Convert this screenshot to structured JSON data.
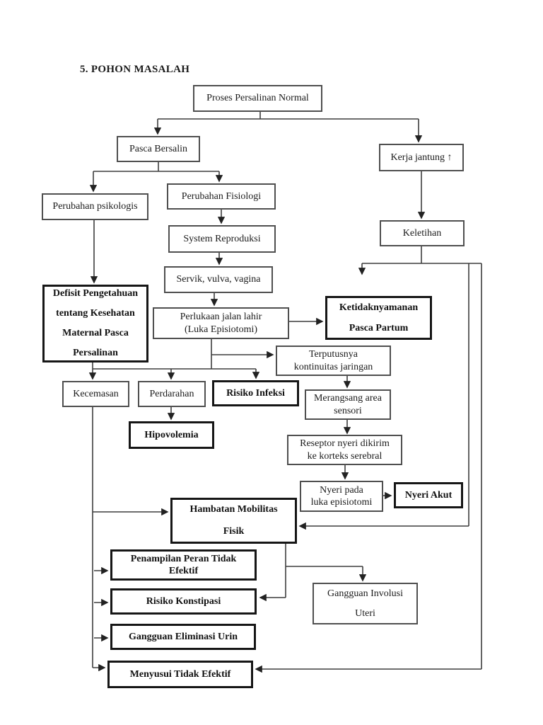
{
  "page": {
    "title": "5. POHON MASALAH"
  },
  "colors": {
    "line": "#3d3d3d",
    "text": "#1b1b1b",
    "page_bg": "#ffffff"
  },
  "diagram": {
    "nodes": [
      {
        "id": "proses",
        "label": "Proses Persalinan Normal",
        "emphasis": false
      },
      {
        "id": "pasca",
        "label": "Pasca Bersalin",
        "emphasis": false
      },
      {
        "id": "kerja_jantung",
        "label": "Kerja jantung ↑",
        "emphasis": false
      },
      {
        "id": "keletihan",
        "label": "Keletihan",
        "emphasis": false
      },
      {
        "id": "perubahan_psikologis",
        "label": "Perubahan psikologis",
        "emphasis": false
      },
      {
        "id": "perubahan_fisiologi",
        "label": "Perubahan Fisiologi",
        "emphasis": false
      },
      {
        "id": "system_reproduksi",
        "label": "System Reproduksi",
        "emphasis": false
      },
      {
        "id": "servik",
        "label": "Servik, vulva, vagina",
        "emphasis": false
      },
      {
        "id": "defisit",
        "label": "Defisit Pengetahuan\ntentang Kesehatan\nMaternal Pasca\nPersalinan",
        "emphasis": true
      },
      {
        "id": "perlukaan",
        "label": "Perlukaan jalan lahir\n(Luka Episiotomi)",
        "emphasis": false
      },
      {
        "id": "ketidaknyamanan",
        "label": "Ketidaknyamanan\nPasca Partum",
        "emphasis": true
      },
      {
        "id": "terputusnya",
        "label": "Terputusnya\nkontinuitas jaringan",
        "emphasis": false
      },
      {
        "id": "kecemasan",
        "label": "Kecemasan",
        "emphasis": false
      },
      {
        "id": "perdarahan",
        "label": "Perdarahan",
        "emphasis": false
      },
      {
        "id": "risiko_infeksi",
        "label": "Risiko Infeksi",
        "emphasis": true
      },
      {
        "id": "hipovolemia",
        "label": "Hipovolemia",
        "emphasis": true
      },
      {
        "id": "merangsang",
        "label": "Merangsang area\nsensori",
        "emphasis": false
      },
      {
        "id": "reseptor",
        "label": "Reseptor nyeri dikirim\nke korteks serebral",
        "emphasis": false
      },
      {
        "id": "nyeri_pada",
        "label": "Nyeri pada\nluka episiotomi",
        "emphasis": false
      },
      {
        "id": "nyeri_akut",
        "label": "Nyeri Akut",
        "emphasis": true
      },
      {
        "id": "hambatan",
        "label": "Hambatan Mobilitas\nFisik",
        "emphasis": true
      },
      {
        "id": "penampilan",
        "label": "Penampilan Peran Tidak\nEfektif",
        "emphasis": true
      },
      {
        "id": "risiko_konstipasi",
        "label": "Risiko Konstipasi",
        "emphasis": true
      },
      {
        "id": "gangguan_eliminasi",
        "label": "Gangguan Eliminasi Urin",
        "emphasis": true
      },
      {
        "id": "menyusui",
        "label": "Menyusui Tidak Efektif",
        "emphasis": true
      },
      {
        "id": "gangguan_involusi",
        "label": "Gangguan Involusi\nUteri",
        "emphasis": false
      }
    ]
  }
}
